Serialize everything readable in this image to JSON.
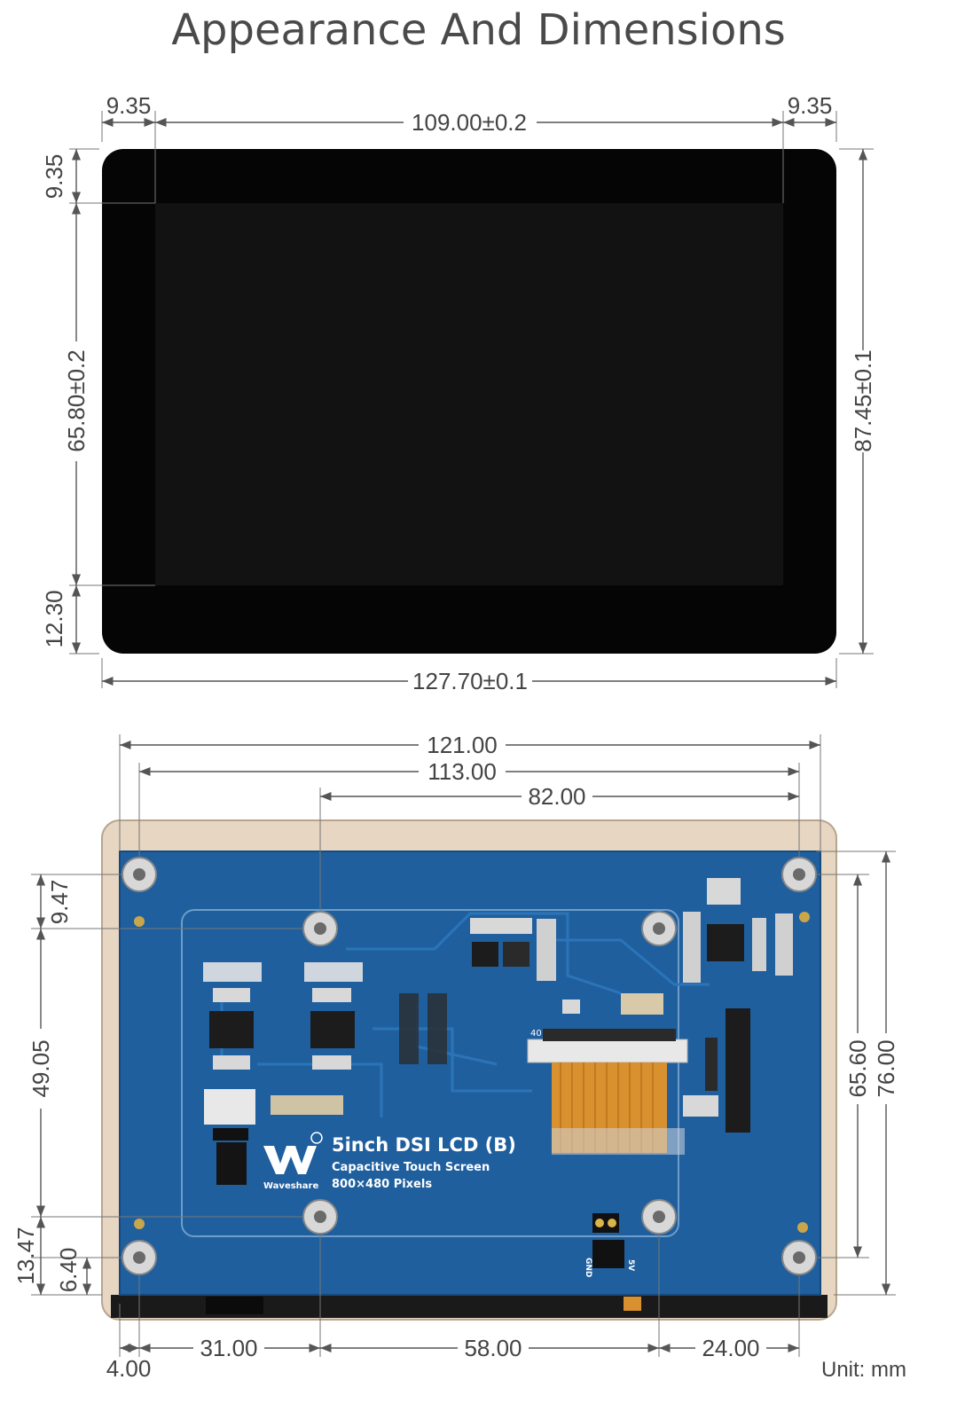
{
  "title": "Appearance And Dimensions",
  "unit_label": "Unit: mm",
  "front_view": {
    "dims": {
      "left_bezel": "9.35",
      "display_width": "109.00±0.2",
      "right_bezel": "9.35",
      "top_bezel": "9.35",
      "display_height": "65.80±0.2",
      "bottom_bezel": "12.30",
      "total_height": "87.45±0.1",
      "total_width": "127.70±0.1"
    }
  },
  "back_view": {
    "dims": {
      "top_121": "121.00",
      "top_113": "113.00",
      "top_82": "82.00",
      "left_947": "9.47",
      "left_4905": "49.05",
      "left_1347": "13.47",
      "left_640": "6.40",
      "right_6560": "65.60",
      "right_7600": "76.00",
      "bottom_400": "4.00",
      "bottom_3100": "31.00",
      "bottom_5800": "58.00",
      "bottom_2400": "24.00"
    },
    "board": {
      "brand": "Waveshare",
      "product": "5inch DSI LCD (B)",
      "feature": "Capacitive Touch Screen",
      "resolution": "800×480 Pixels",
      "pin_gnd": "GND",
      "pin_5v": "5V",
      "connector_pin": "40"
    }
  },
  "colors": {
    "panel_black": "#050505",
    "screen_black": "#121212",
    "pcb_blue": "#1f5f9e",
    "backframe": "#e6d6c2",
    "fpc_orange": "#d9902e"
  }
}
